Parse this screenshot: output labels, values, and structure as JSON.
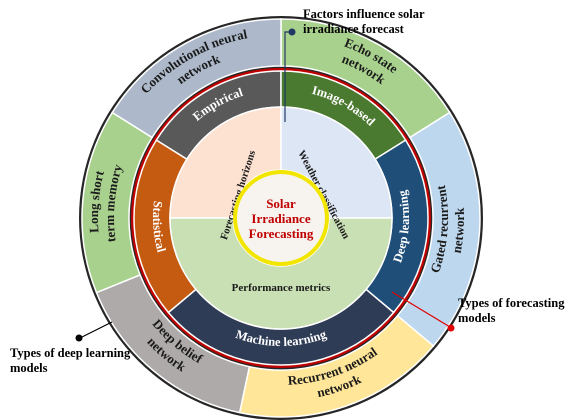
{
  "center": {
    "lines": [
      "Solar",
      "Irradiance",
      "Forecasting"
    ],
    "text_color": "#c00000",
    "ring_color": "#f2e600",
    "fill": "#f7f3ee"
  },
  "factors": [
    {
      "label": "Forecasting horizons",
      "color": "#fde2d2",
      "start": 270,
      "end": 360
    },
    {
      "label": "Weather classification",
      "color": "#dde6f4",
      "start": 0,
      "end": 90
    },
    {
      "label": "Performance metrics",
      "color": "#c9dfb4",
      "start": 90,
      "end": 270
    }
  ],
  "forecast_types": [
    {
      "label": "Empirical",
      "color": "#595959",
      "start": 302,
      "end": 360
    },
    {
      "label": "Image-based",
      "color": "#4a7a30",
      "start": 0,
      "end": 58
    },
    {
      "label": "Deep learning",
      "color": "#1f4e79",
      "start": 58,
      "end": 130
    },
    {
      "label": "Machine learning",
      "color": "#2f3c56",
      "start": 130,
      "end": 230
    },
    {
      "label": "Statistical",
      "color": "#c55a11",
      "start": 230,
      "end": 302
    }
  ],
  "dl_models": [
    {
      "label": "Echo state network",
      "color": "#a9d18e",
      "start": 0,
      "end": 58
    },
    {
      "label": "Gated recurrent network",
      "color": "#bdd7ee",
      "start": 58,
      "end": 130
    },
    {
      "label": "Recurrent neural network",
      "color": "#ffe699",
      "start": 130,
      "end": 192
    },
    {
      "label": "Deep belief network",
      "color": "#aeaaaa",
      "start": 192,
      "end": 248
    },
    {
      "label": "Long short term memory",
      "color": "#a9d18e",
      "start": 248,
      "end": 302
    },
    {
      "label": "Convolutional neural network",
      "color": "#adb9ca",
      "start": 302,
      "end": 360
    }
  ],
  "callouts": {
    "factors": {
      "lines": [
        "Factors influence solar",
        "irradiance forecast"
      ],
      "color": "#1f3864"
    },
    "forecasting": {
      "lines": [
        "Types of forecasting",
        "models"
      ],
      "color": "#e00000"
    },
    "deep_learning": {
      "lines": [
        "Types of deep learning",
        "models"
      ],
      "color": "#000000"
    }
  },
  "colors": {
    "outer_border": "#262626",
    "ring_border": "#c00000",
    "segment_stroke": "#ffffff"
  }
}
